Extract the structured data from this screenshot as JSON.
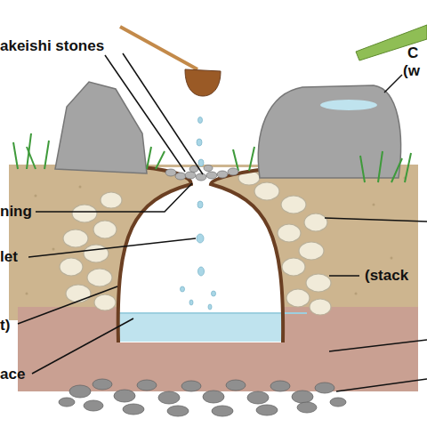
{
  "diagram": {
    "labels": [
      "akeishi stones",
      "C",
      "(w",
      "ning",
      "let",
      "(stack",
      "t)",
      "ace"
    ]
  }
}
